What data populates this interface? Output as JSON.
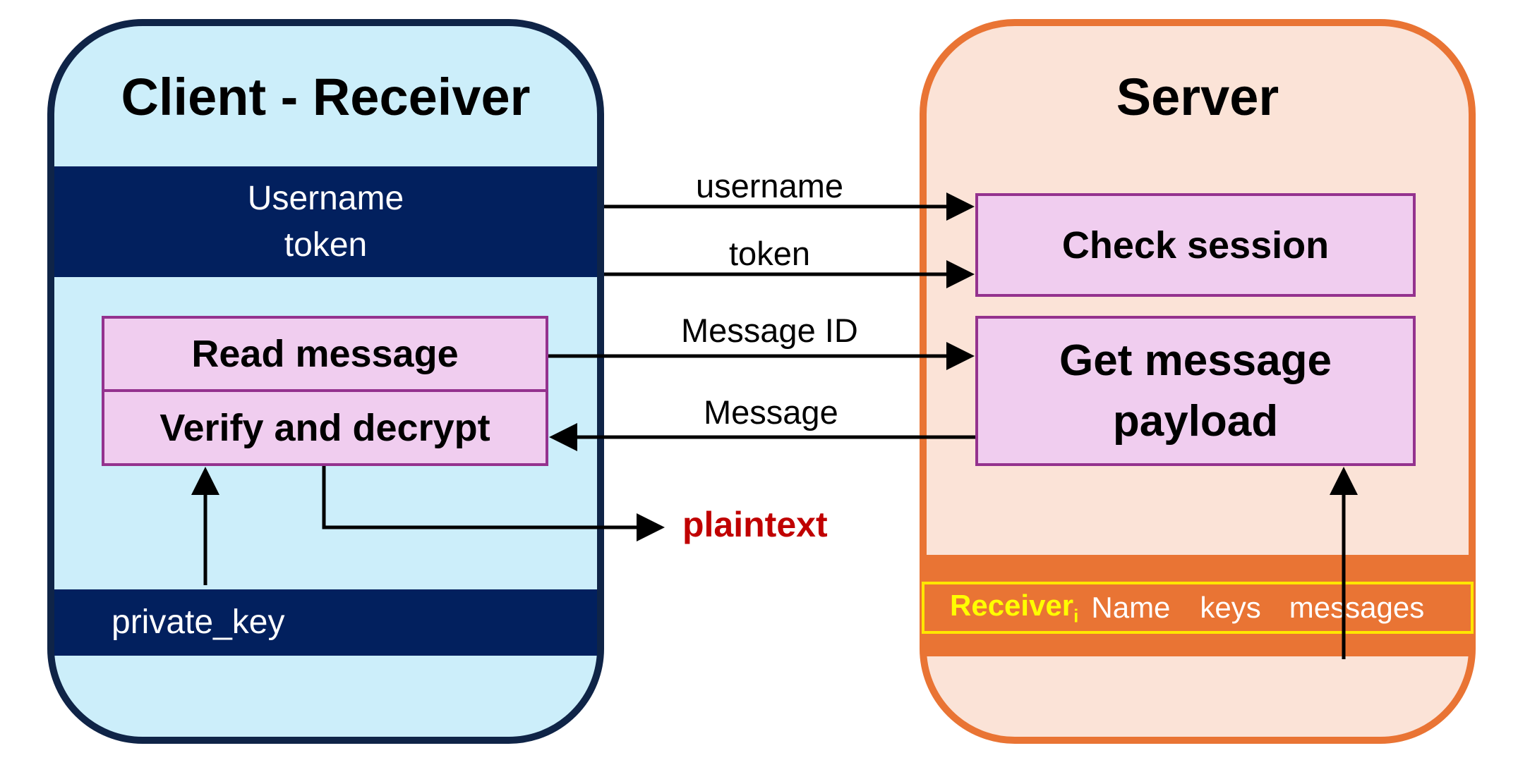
{
  "client": {
    "title": "Client - Receiver",
    "credentials": {
      "line1": "Username",
      "line2": "token"
    },
    "read_message": "Read message",
    "verify_decrypt": "Verify and decrypt",
    "private_key": "private_key",
    "output_label": "plaintext"
  },
  "server": {
    "title": "Server",
    "check_session": "Check session",
    "get_message_payload_line1": "Get message",
    "get_message_payload_line2": "payload",
    "db_row": {
      "receiver": "Receiver",
      "receiver_sub": "i",
      "name": "Name",
      "keys": "keys",
      "messages": "messages"
    }
  },
  "arrows": {
    "username": "username",
    "token": "token",
    "message_id": "Message ID",
    "message": "Message"
  },
  "colors": {
    "client_fill": "#cceefa",
    "client_border": "#0f2447",
    "client_band": "#02205e",
    "server_fill": "#fbe3d7",
    "server_border": "#e97434",
    "box_fill": "#f0cdef",
    "box_border": "#94328e",
    "plaintext": "#c00000",
    "db_row_border": "#ffe600"
  }
}
